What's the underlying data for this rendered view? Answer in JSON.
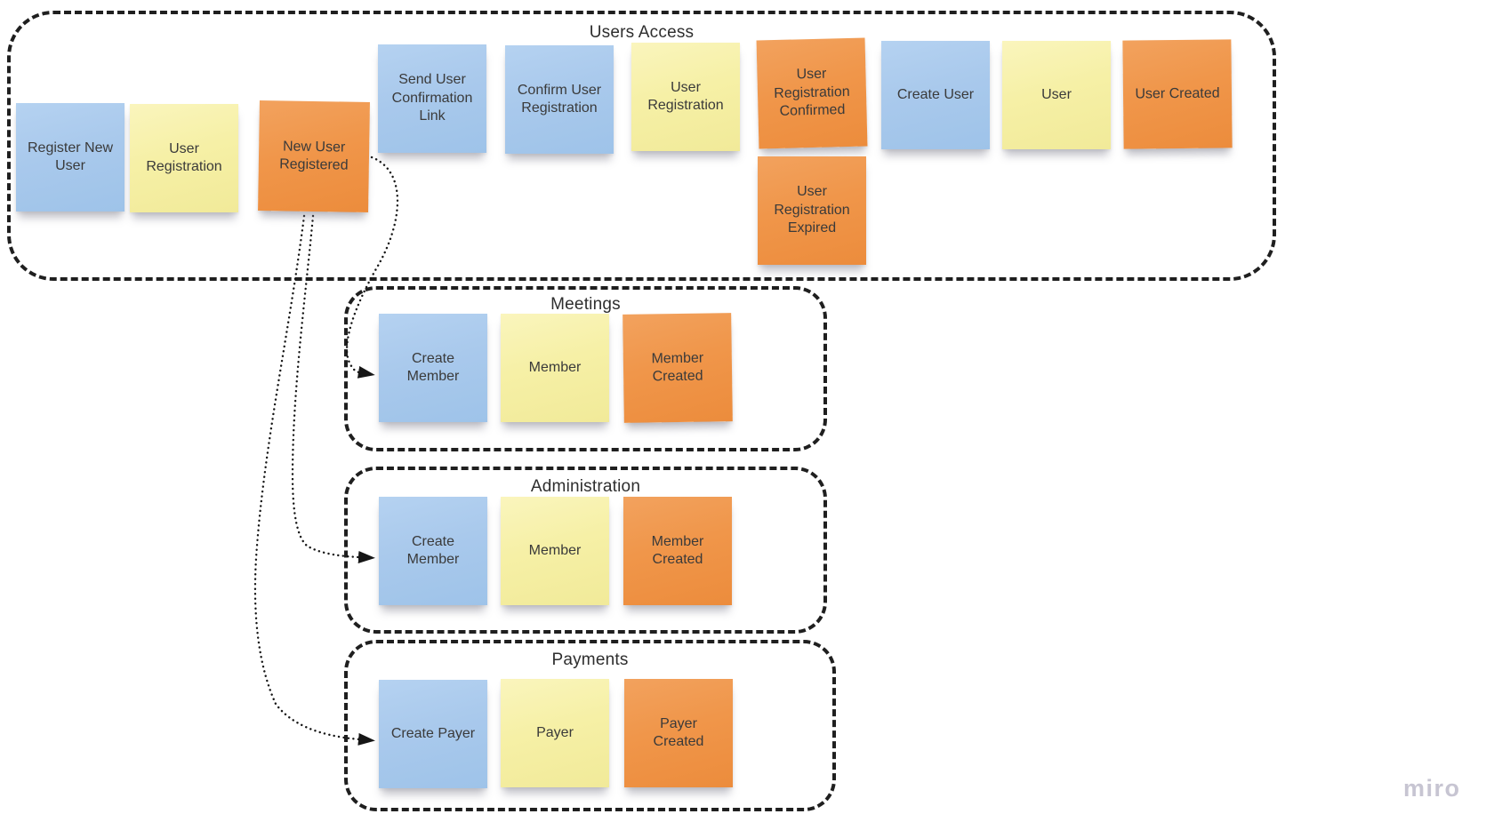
{
  "canvas": {
    "watermark": "miro",
    "colors": {
      "sticky_blue": "#a9c9ec",
      "sticky_yellow": "#f6f0a6",
      "sticky_orange": "#f0964a",
      "note_text": "#3a3a3a",
      "frame_border": "#1f1f1f",
      "watermark_gray": "#c7c5d2",
      "connector_black": "#161616"
    }
  },
  "groups": [
    {
      "title": "Users Access",
      "notes": [
        {
          "label": "Register New\nUser",
          "color": "blue"
        },
        {
          "label": "User\nRegistration",
          "color": "yellow"
        },
        {
          "label": "New User\nRegistered",
          "color": "orange"
        },
        {
          "label": "Send User\nConfirmation\nLink",
          "color": "blue"
        },
        {
          "label": "Confirm User\nRegistration",
          "color": "blue"
        },
        {
          "label": "User\nRegistration",
          "color": "yellow"
        },
        {
          "label": "User\nRegistration\nConfirmed",
          "color": "orange"
        },
        {
          "label": "Create User",
          "color": "blue"
        },
        {
          "label": "User",
          "color": "yellow"
        },
        {
          "label": "User Created",
          "color": "orange"
        },
        {
          "label": "User\nRegistration\nExpired",
          "color": "orange"
        }
      ]
    },
    {
      "title": "Meetings",
      "notes": [
        {
          "label": "Create\nMember",
          "color": "blue"
        },
        {
          "label": "Member",
          "color": "yellow"
        },
        {
          "label": "Member\nCreated",
          "color": "orange"
        }
      ]
    },
    {
      "title": "Administration",
      "notes": [
        {
          "label": "Create\nMember",
          "color": "blue"
        },
        {
          "label": "Member",
          "color": "yellow"
        },
        {
          "label": "Member\nCreated",
          "color": "orange"
        }
      ]
    },
    {
      "title": "Payments",
      "notes": [
        {
          "label": "Create Payer",
          "color": "blue"
        },
        {
          "label": "Payer",
          "color": "yellow"
        },
        {
          "label": "Payer\nCreated",
          "color": "orange"
        }
      ]
    }
  ],
  "connectors": [
    {
      "from": "New User Registered",
      "to": "Create Member (Meetings)",
      "style": "dotted-arrow"
    },
    {
      "from": "New User Registered",
      "to": "Create Member (Administration)",
      "style": "dotted-arrow"
    },
    {
      "from": "New User Registered",
      "to": "Create Payer (Payments)",
      "style": "dotted-arrow"
    }
  ]
}
